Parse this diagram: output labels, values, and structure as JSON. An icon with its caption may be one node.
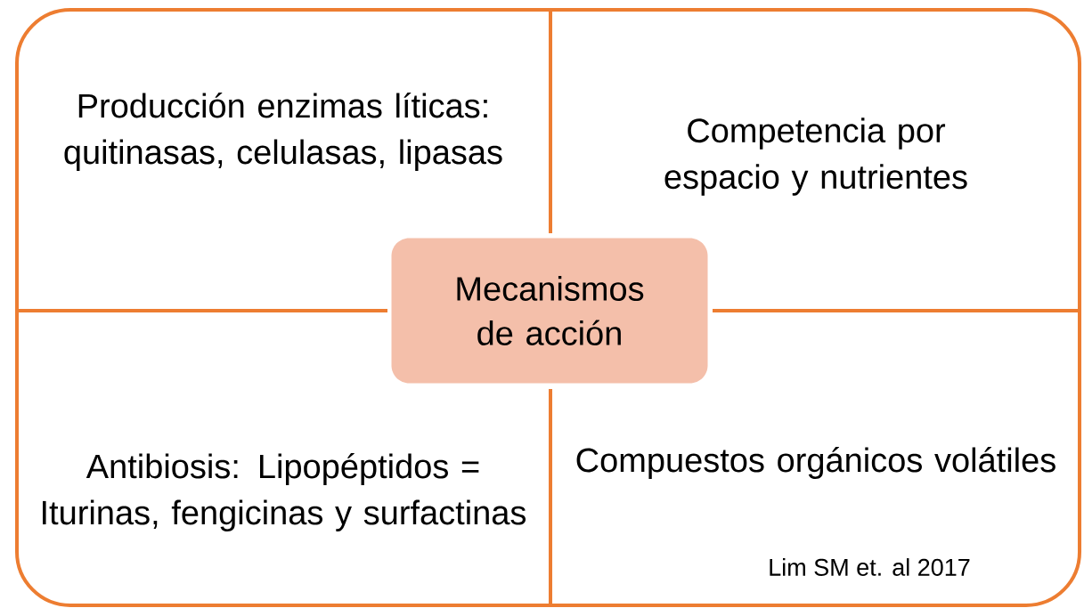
{
  "diagram": {
    "nodes": [
      {
        "text": [
          "Producción enzimas líticas: quitinasas, celulasas, lipasas"
        ]
      },
      {
        "text": [
          "Competencia por espacio y nutrientes"
        ]
      },
      {
        "text": [
          "Mecanismos de acción"
        ]
      },
      {
        "text": [
          "Antibiosis: Lipopéptidos = Iturinas, fengicinas y surfactinas"
        ]
      },
      {
        "text": [
          "Compuestos orgánicos volátiles"
        ]
      }
    ],
    "labels": [
      "Lim SM et. al 2017"
    ]
  }
}
